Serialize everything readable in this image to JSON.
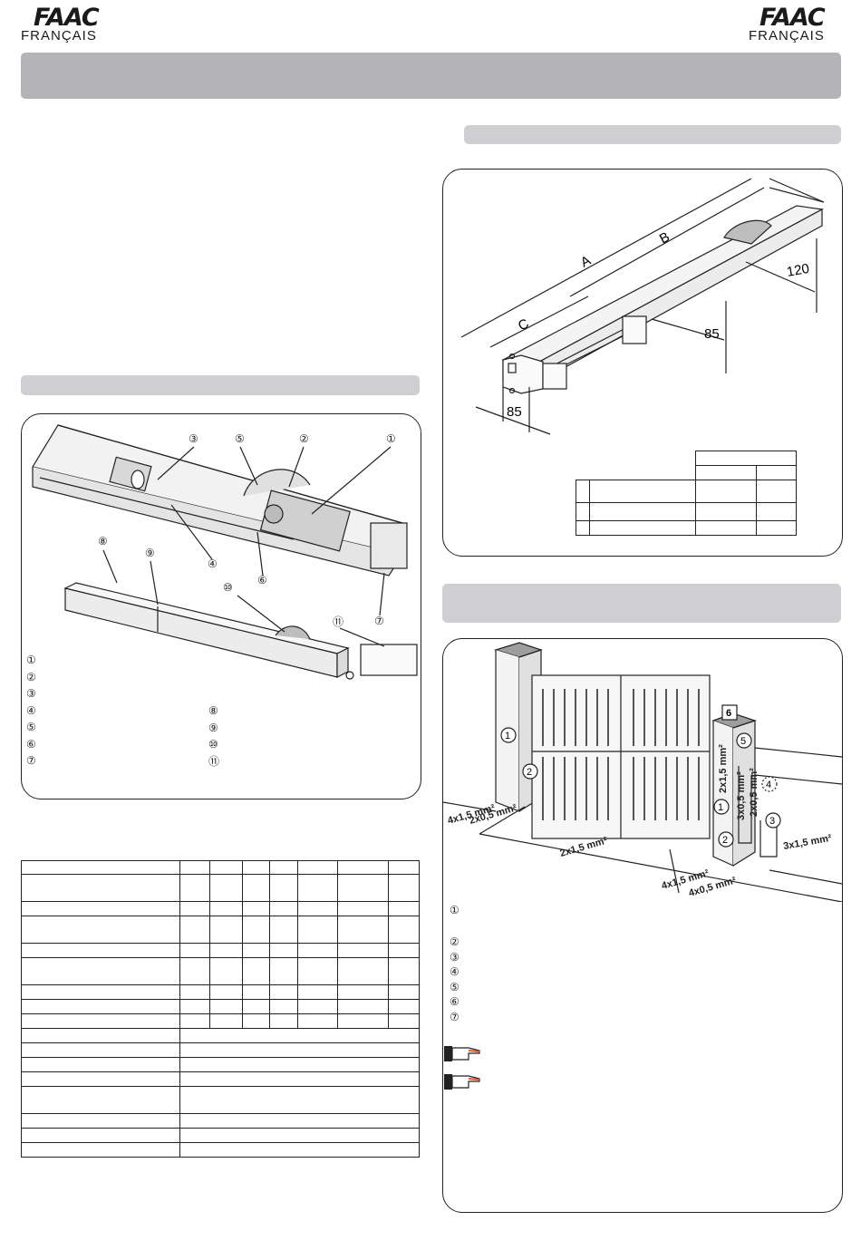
{
  "header": {
    "logo_left": "FAAC",
    "lang_left": "FRANÇAIS",
    "logo_right": "FAAC",
    "lang_right": "FRANÇAIS"
  },
  "fig_dims": {
    "label_a": "A",
    "label_b": "B",
    "label_c": "C",
    "dim_120": "120",
    "dim_85_height": "85",
    "dim_85_width": "85"
  },
  "fig_parts": {
    "callouts": [
      "①",
      "②",
      "③",
      "④",
      "⑤",
      "⑥",
      "⑦",
      "⑧",
      "⑨",
      "⑩",
      "⑪"
    ],
    "legend_left": [
      "①",
      "②",
      "③",
      "④",
      "⑤",
      "⑥",
      "⑦"
    ],
    "legend_right": [
      "⑧",
      "⑨",
      "⑩",
      "⑪"
    ]
  },
  "fig_install": {
    "markers": [
      "1",
      "2",
      "3",
      "4",
      "5",
      "6",
      "1",
      "2"
    ],
    "cables": {
      "c1": "4x1,5 mm²",
      "c2": "2x0,5 mm²",
      "c3": "2x1,5 mm²",
      "c4": "4x1,5 mm²",
      "c5": "4x0,5 mm²",
      "c6": "2x1,5 mm²",
      "c7": "3x0,5 mm²",
      "c8": "2x0,5 mm²",
      "c9": "3x1,5 mm²"
    },
    "legend": [
      "①",
      "②",
      "③",
      "④",
      "⑤",
      "⑥",
      "⑦"
    ]
  },
  "colors": {
    "band": "#b4b4b6",
    "band_light": "#cfcfd1",
    "line": "#222222"
  }
}
